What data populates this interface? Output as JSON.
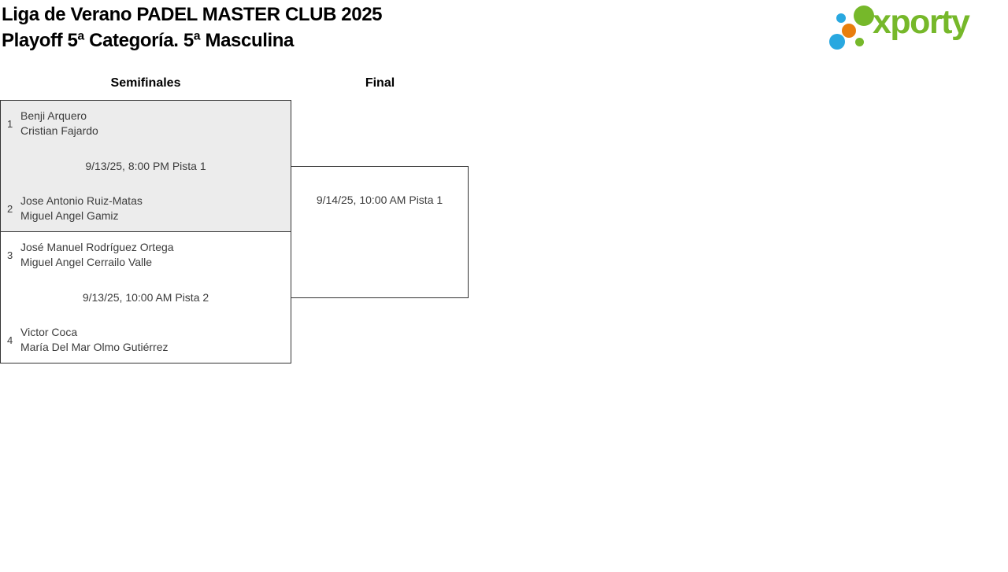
{
  "header": {
    "title_line1": "Liga de Verano PADEL MASTER CLUB 2025",
    "title_line2": "Playoff 5ª Categoría. 5ª Masculina",
    "logo_text": "xporty"
  },
  "bracket": {
    "rounds": [
      {
        "label": "Semifinales"
      },
      {
        "label": "Final"
      }
    ],
    "semifinals": [
      {
        "seed_top": "1",
        "team_top_player1": "Benji Arquero",
        "team_top_player2": "Cristian Fajardo",
        "info": "9/13/25, 8:00 PM Pista 1",
        "seed_bottom": "2",
        "team_bottom_player1": "Jose Antonio Ruiz-Matas",
        "team_bottom_player2": "Miguel Angel Gamiz"
      },
      {
        "seed_top": "3",
        "team_top_player1": "José Manuel Rodríguez Ortega",
        "team_top_player2": "Miguel Angel Cerrailo Valle",
        "info": "9/13/25, 10:00 AM Pista 2",
        "seed_bottom": "4",
        "team_bottom_player1": "Victor Coca",
        "team_bottom_player2": "María Del Mar Olmo Gutiérrez"
      }
    ],
    "final": {
      "info": "9/14/25, 10:00 AM Pista 1"
    }
  },
  "colors": {
    "logo_green": "#76b82a",
    "logo_blue": "#29a8e0",
    "logo_orange": "#e87e0c",
    "box_fill_top": "#ececec",
    "box_border": "#333333",
    "text_primary": "#000000",
    "text_secondary": "#3c3c3c"
  }
}
